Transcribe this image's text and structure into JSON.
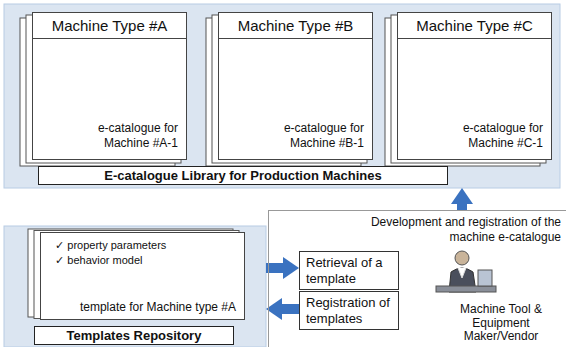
{
  "diagram": {
    "nodes": [
      {
        "text": [
          "E-catalogue Library for Production Machines"
        ]
      },
      {
        "text": [
          "Machine Type #A",
          "e-catalogue for Machine #A-1"
        ],
        "in": 0
      },
      {
        "text": [
          "Machine Type #B",
          "e-catalogue for Machine #B-1"
        ],
        "in": 0
      },
      {
        "text": [
          "Machine Type #C",
          "e-catalogue for Machine #C-1"
        ],
        "in": 0
      },
      {
        "text": [
          "Templates Repository"
        ]
      },
      {
        "text": [
          "✓ property parameters",
          "✓ behavior model",
          "template for Machine type #A"
        ],
        "in": 4
      },
      {
        "text": [
          "Development and registration of the machine e-catalogue",
          "Machine Tool & Equipment Maker/Vendor"
        ]
      },
      {
        "text": [
          "Retrieval of a template"
        ],
        "in": 6
      },
      {
        "text": [
          "Registration of templates"
        ],
        "in": 6
      }
    ],
    "edges": [
      {
        "from": 6,
        "to": 0,
        "arrow": "to"
      },
      {
        "from": 4,
        "to": 7,
        "arrow": "to"
      },
      {
        "from": 8,
        "to": 4,
        "arrow": "to"
      }
    ]
  }
}
